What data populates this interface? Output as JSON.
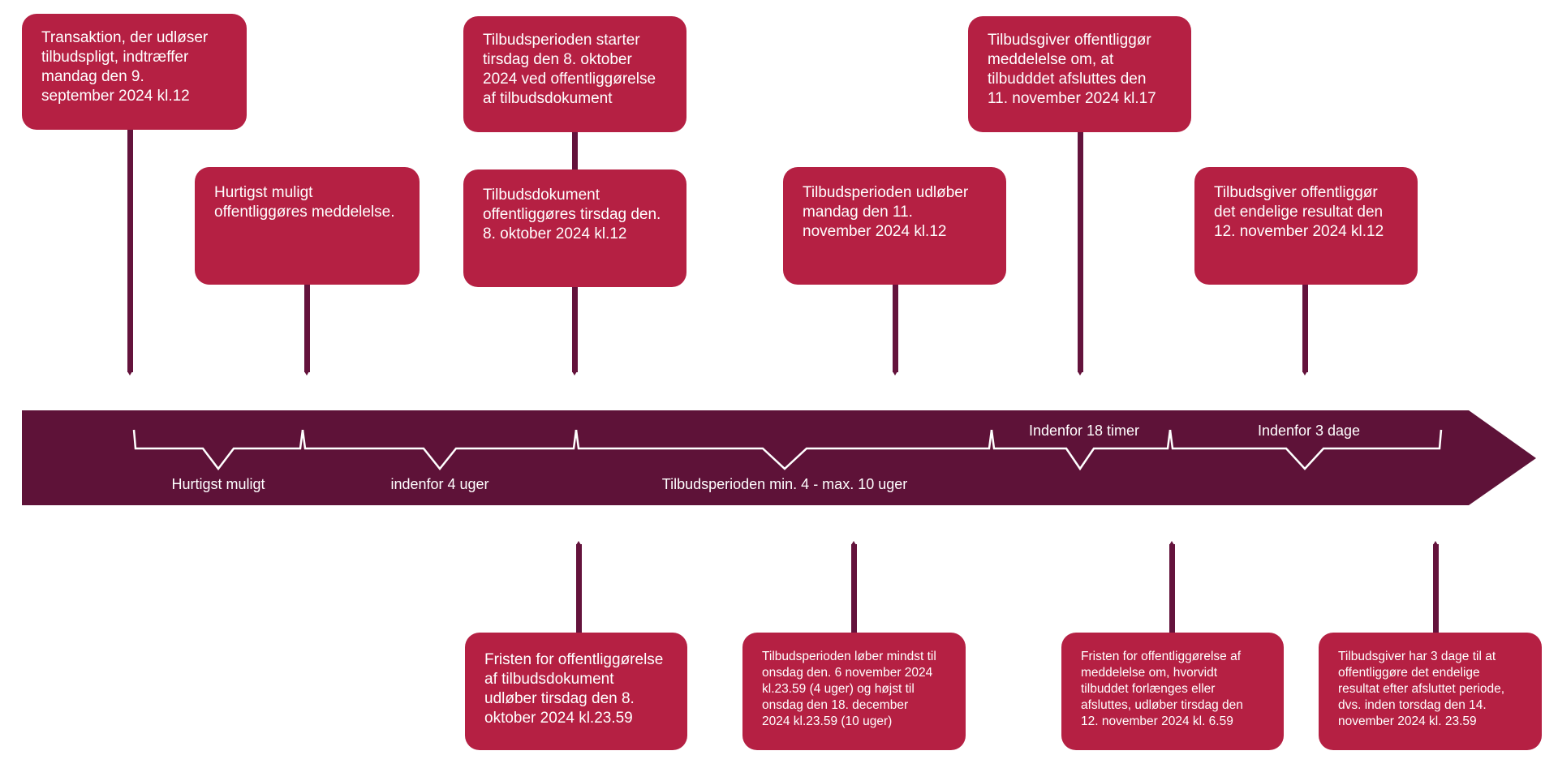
{
  "colors": {
    "box": "#b52043",
    "arrow": "#5e1238",
    "stem": "#64133c"
  },
  "top_events": [
    {
      "text": "Transaktion, der udløser\ntilbudspligt, indtræffer\nmandag den 9.\nseptember 2024 kl.12"
    },
    {
      "text": "Hurtigst muligt\noffentliggøres meddelelse."
    },
    {
      "text": "Tilbudsperioden starter\ntirsdag den 8. oktober\n2024 ved offentliggørelse\naf tilbudsdokument"
    },
    {
      "text": "Tilbudsdokument\noffentliggøres tirsdag den.\n8. oktober 2024 kl.12"
    },
    {
      "text": "Tilbudsperioden udløber\nmandag den 11.\nnovember 2024 kl.12"
    },
    {
      "text": "Tilbudsgiver offentliggør\nmeddelelse om, at\ntilbudddet afsluttes den\n11. november 2024 kl.17"
    },
    {
      "text": "Tilbudsgiver offentliggør\ndet endelige resultat den\n12. november 2024 kl.12"
    }
  ],
  "bottom_events": [
    {
      "text": "Fristen for offentliggørelse\naf tilbudsdokument\nudløber tirsdag den 8.\noktober 2024 kl.23.59"
    },
    {
      "text": "Tilbudsperioden løber mindst til\nonsdag den. 6 november 2024\nkl.23.59 (4 uger) og højst til\nonsdag den 18. december\n2024 kl.23.59 (10 uger)"
    },
    {
      "text": "Fristen for offentliggørelse af\nmeddelelse om, hvorvidt\ntilbuddet forlænges eller\nafsluttes, udløber tirsdag den\n12. november 2024 kl. 6.59"
    },
    {
      "text": "Tilbudsgiver har 3 dage til at\noffentliggøre det endelige\nresultat efter afsluttet periode,\ndvs. inden torsdag den 14.\nnovember 2024 kl. 23.59"
    }
  ],
  "timeline_labels": {
    "hurtigst": "Hurtigst muligt",
    "fire_uger": "indenfor 4 uger",
    "periode": "Tilbudsperioden min. 4 - max. 10 uger",
    "timer": "Indenfor 18 timer",
    "dage": "Indenfor 3 dage"
  }
}
